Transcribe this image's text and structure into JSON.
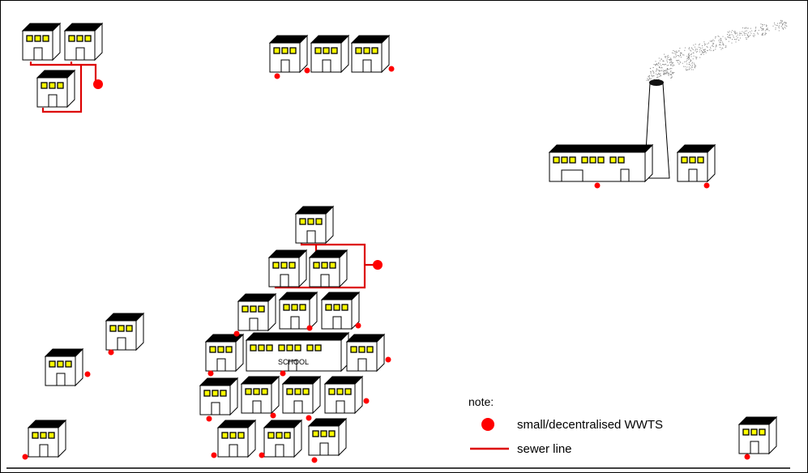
{
  "colors": {
    "roof": "#000000",
    "wall": "#ffffff",
    "window": "#ffff00",
    "wwts": "#ff0000",
    "sewer": "#dd0000",
    "smoke": "#888888",
    "frame": "#000000"
  },
  "labels": {
    "school": "SCHOOL"
  },
  "legend": {
    "title": "note:",
    "items": [
      {
        "symbol": "wwts-dot",
        "label": "small/decentralised WWTS"
      },
      {
        "symbol": "sewer-line",
        "label": "sewer line"
      }
    ]
  }
}
